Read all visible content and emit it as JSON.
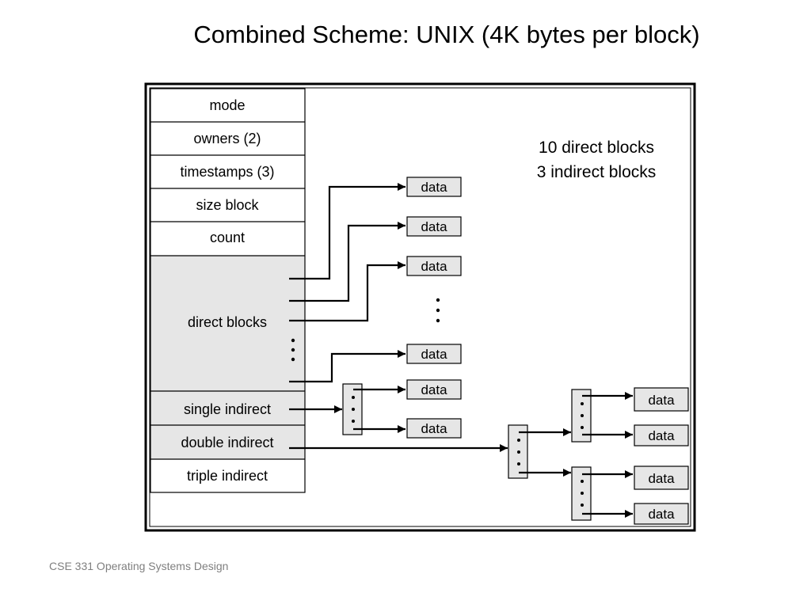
{
  "slide": {
    "title": "Combined Scheme:  UNIX (4K bytes per block)",
    "footer": "CSE 331 Operating Systems Design"
  },
  "inode": {
    "fields": [
      "mode",
      "owners (2)",
      "timestamps (3)",
      "size block",
      "count"
    ],
    "direct_blocks": "direct blocks",
    "single_indirect": "single indirect",
    "double_indirect": "double indirect",
    "triple_indirect": "triple indirect"
  },
  "notes": {
    "line1": "10 direct blocks",
    "line2": "3 indirect blocks"
  },
  "block_label": "data",
  "colors": {
    "shaded": "#e6e6e6",
    "border": "#000000",
    "footer": "#7f7f7f"
  }
}
